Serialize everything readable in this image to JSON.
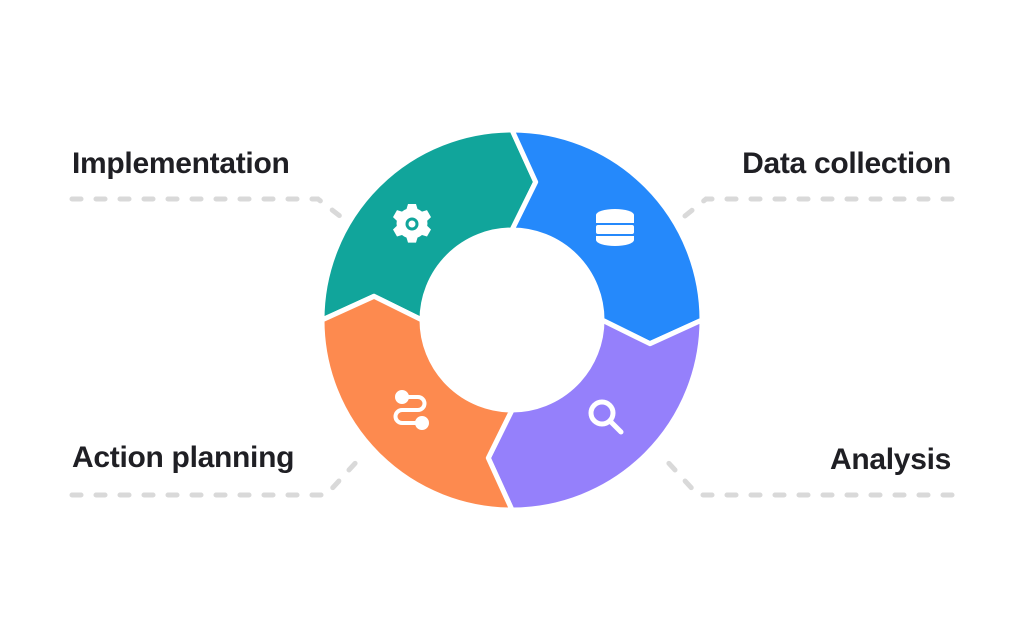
{
  "stages": [
    {
      "label": "Implementation",
      "icon": "gear-icon",
      "color": "#11a59b"
    },
    {
      "label": "Data collection",
      "icon": "database-icon",
      "color": "#2589fb"
    },
    {
      "label": "Analysis",
      "icon": "search-icon",
      "color": "#9580fb"
    },
    {
      "label": "Action planning",
      "icon": "route-icon",
      "color": "#fd8a4f"
    }
  ],
  "connector_color": "#d9d9d9",
  "text_color": "#1f1f24"
}
